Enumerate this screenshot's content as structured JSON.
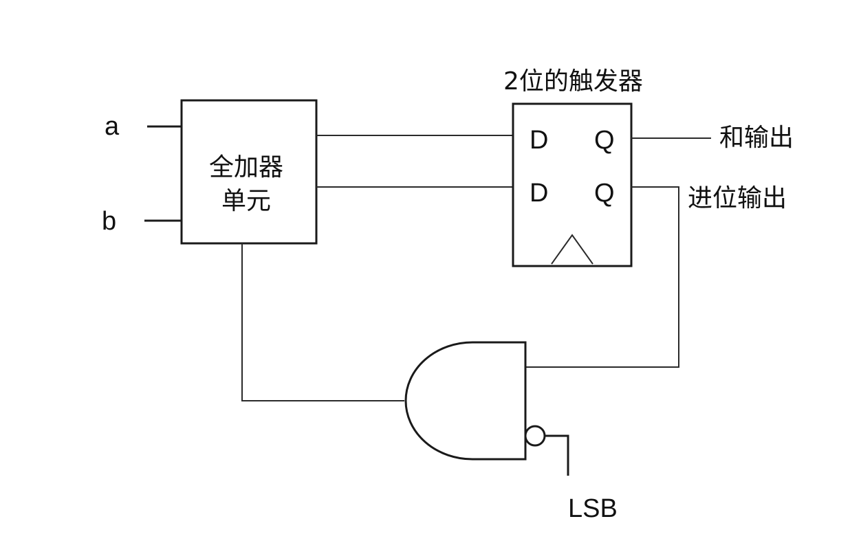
{
  "inputs": {
    "a": "a",
    "b": "b"
  },
  "full_adder": {
    "line1": "全加器",
    "line2": "单元"
  },
  "flip_flop": {
    "title": "2位的触发器",
    "d_top": "D",
    "q_top": "Q",
    "d_bottom": "D",
    "q_bottom": "Q"
  },
  "outputs": {
    "sum": "和输出",
    "carry": "进位输出"
  },
  "gate": {
    "lsb_label": "LSB"
  }
}
